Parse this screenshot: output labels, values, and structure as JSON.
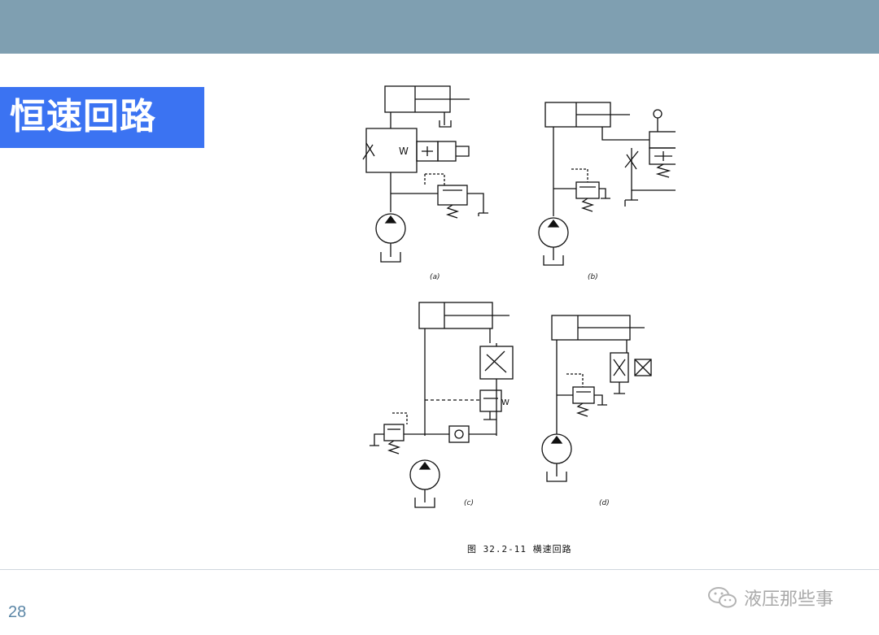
{
  "header": {
    "bar_color": "#7f9fb1"
  },
  "title": {
    "text": "恒速回路",
    "bg_color": "#3b73f2"
  },
  "figure": {
    "subfigure_labels": [
      "(a)",
      "(b)",
      "(c)",
      "(d)"
    ],
    "caption": "图 32.2-11  横速回路"
  },
  "footer": {
    "page_number": "28",
    "watermark_text": "液压那些事",
    "watermark_icon": "wechat-icon"
  }
}
